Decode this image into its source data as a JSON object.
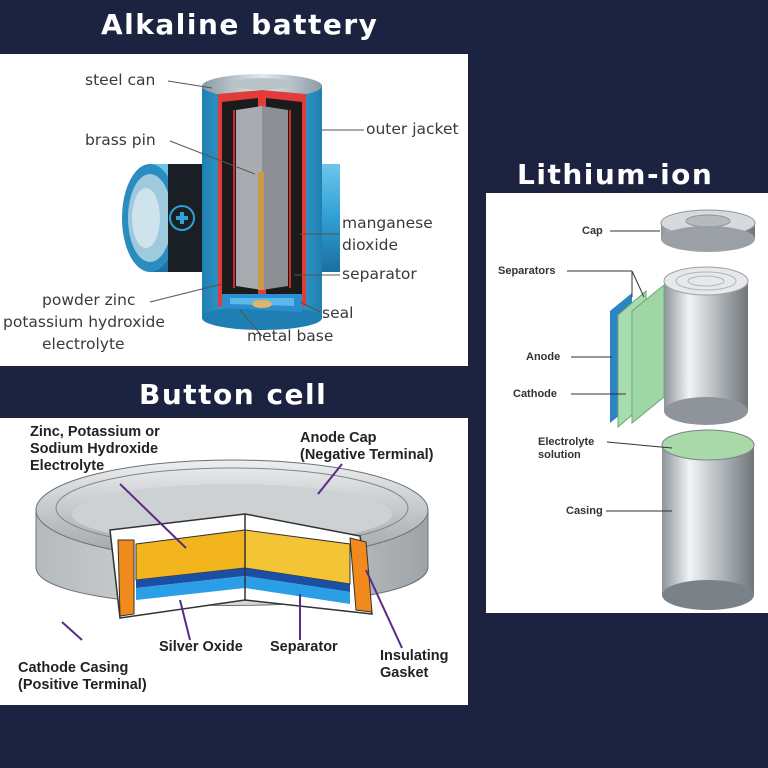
{
  "alkaline": {
    "title": "Alkaline battery",
    "labels": {
      "steel_can": "steel can",
      "brass_pin": "brass pin",
      "outer_jacket": "outer jacket",
      "manganese_1": "manganese",
      "manganese_2": "dioxide",
      "separator": "separator",
      "powder_1": "powder zinc",
      "powder_2": "potassium hydroxide",
      "powder_3": "electrolyte",
      "seal": "seal",
      "metal_base": "metal base"
    }
  },
  "lithium": {
    "title": "Lithium-ion",
    "labels": {
      "cap": "Cap",
      "separators": "Separators",
      "anode": "Anode",
      "cathode": "Cathode",
      "electrolyte_1": "Electrolyte",
      "electrolyte_2": "solution",
      "casing": "Casing"
    }
  },
  "button": {
    "title": "Button cell",
    "labels": {
      "zinc_1": "Zinc, Potassium or",
      "zinc_2": "Sodium Hydroxide",
      "zinc_3": "Electrolyte",
      "anode_1": "Anode Cap",
      "anode_2": "(Negative Terminal)",
      "cathode_1": "Cathode Casing",
      "cathode_2": "(Positive Terminal)",
      "silver": "Silver Oxide",
      "separator": "Separator",
      "gasket_1": "Insulating",
      "gasket_2": "Gasket"
    }
  },
  "colors": {
    "background": "#1b2340",
    "battery_blue": "#3aa7d8",
    "cutaway_red": "#d32a2a",
    "zinc_yellow": "#f2b51e",
    "gasket_orange": "#f08a1c",
    "separator_blue": "#2a8ede",
    "lithium_green": "#a8dcae"
  }
}
